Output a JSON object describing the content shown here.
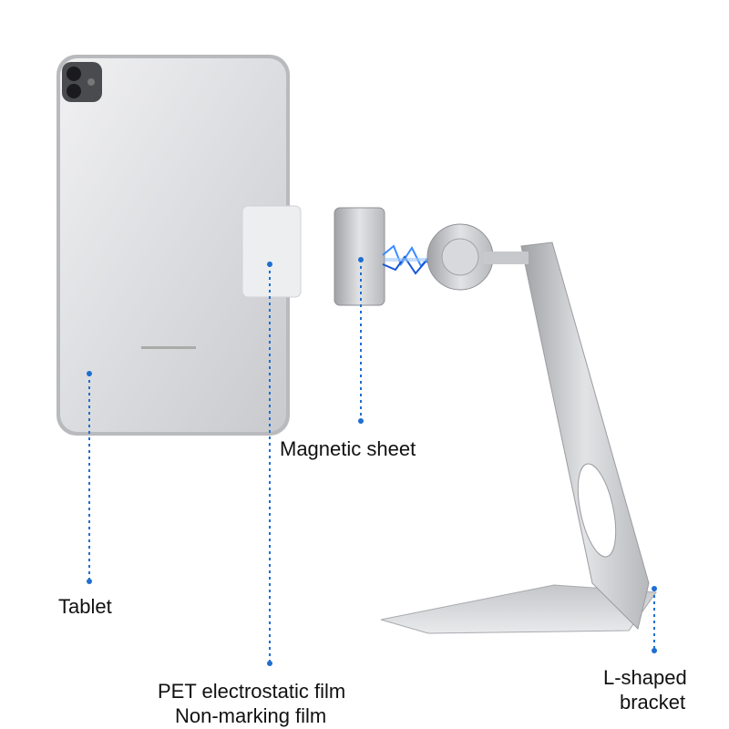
{
  "labels": {
    "tablet": "Tablet",
    "magnetic_sheet": "Magnetic sheet",
    "film_line1": "PET electrostatic film",
    "film_line2": "Non-marking film",
    "bracket_line1": "L-shaped",
    "bracket_line2": "bracket"
  },
  "colors": {
    "leader_line": "#1f6fd1",
    "lightning": "#3a8cff",
    "metal": "#c9cacc"
  }
}
